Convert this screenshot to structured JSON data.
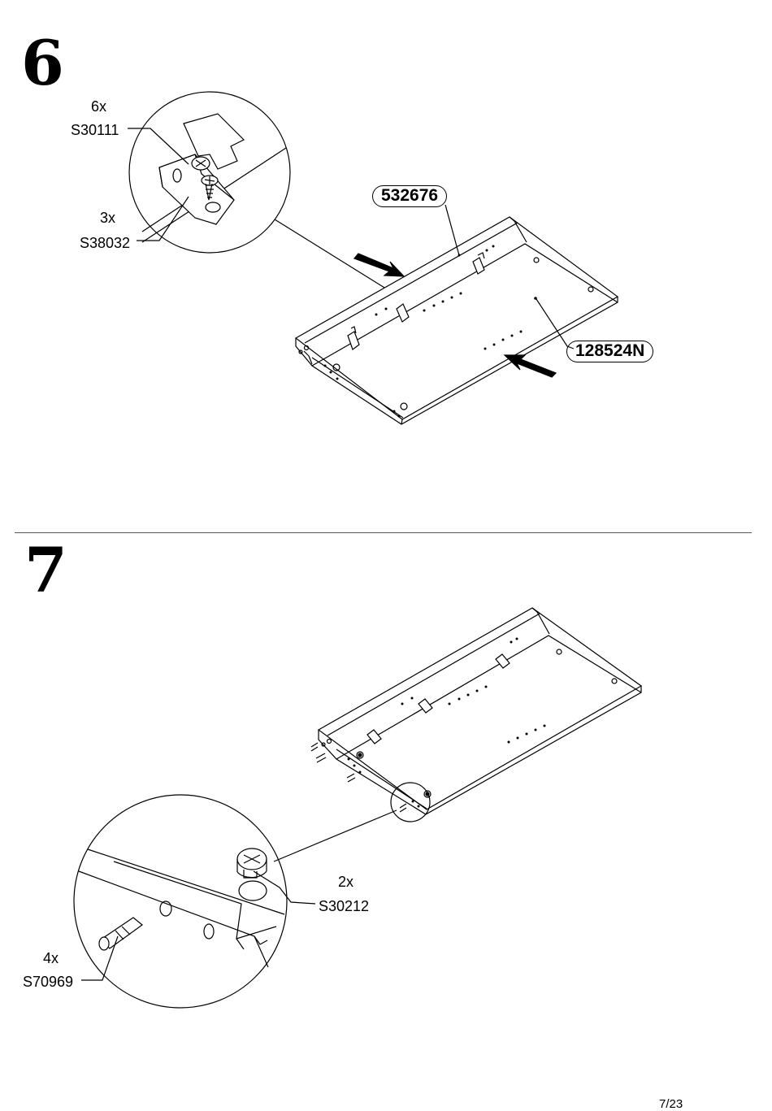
{
  "steps": [
    {
      "number": "6",
      "callouts": [
        {
          "qty": "6x",
          "code": "S30111"
        },
        {
          "qty": "3x",
          "code": "S38032"
        }
      ],
      "parts": [
        {
          "code": "532676"
        },
        {
          "code": "128524N"
        }
      ]
    },
    {
      "number": "7",
      "callouts": [
        {
          "qty": "2x",
          "code": "S30212"
        },
        {
          "qty": "4x",
          "code": "S70969"
        }
      ]
    }
  ],
  "footer": {
    "page": "7/23"
  }
}
